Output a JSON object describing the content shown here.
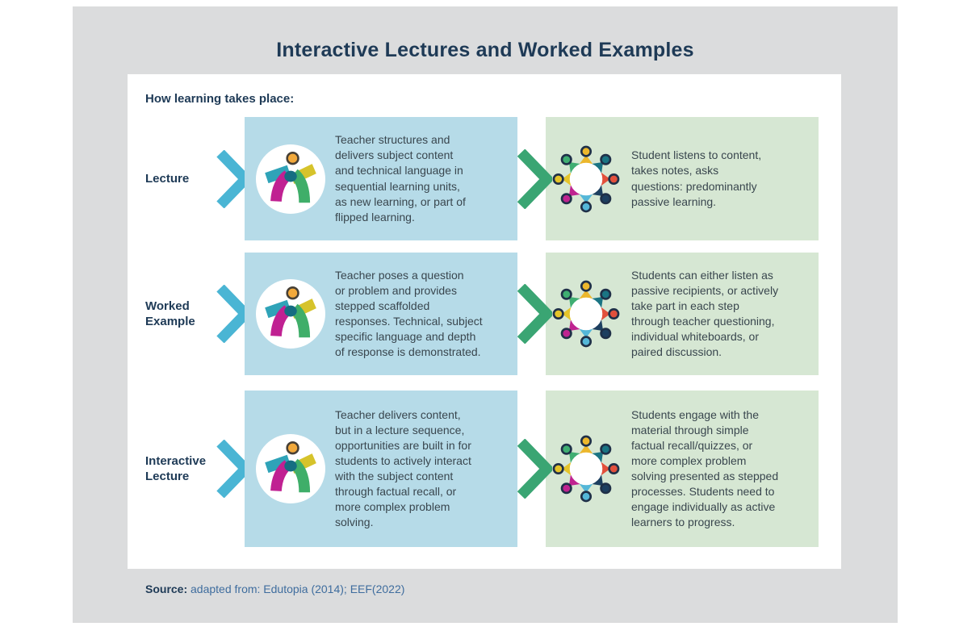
{
  "title": "Interactive Lectures and Worked Examples",
  "card": {
    "heading": "How learning takes place:",
    "rows": [
      {
        "label": "Lecture",
        "teacher_text": "Teacher structures and\ndelivers subject content\nand technical language in\nsequential learning units,\nas new learning, or part of\nflipped learning.",
        "student_text": "Student listens to content,\ntakes notes, asks\nquestions: predominantly\npassive learning."
      },
      {
        "label": "Worked\nExample",
        "teacher_text": "Teacher poses a question\nor problem and provides\nstepped scaffolded\nresponses. Technical, subject\nspecific language and depth\nof response is demonstrated.",
        "student_text": "Students can either listen as\npassive recipients, or actively\ntake part in each step\nthrough teacher questioning,\nindividual whiteboards, or\npaired discussion."
      },
      {
        "label": "Interactive\nLecture",
        "teacher_text": "Teacher delivers content,\nbut in a lecture sequence,\nopportunities are built in for\nstudents to actively interact\nwith the subject content\nthrough factual recall, or\nmore complex problem\nsolving.",
        "student_text": "Students engage with the\nmaterial through simple\nfactual recall/quizzes, or\nmore complex problem\nsolving presented as stepped\nprocesses. Students need to\nengage individually as active\nlearners to progress."
      }
    ]
  },
  "source": {
    "label": "Source:",
    "text": "adapted from: Edutopia (2014); EEF(2022)"
  },
  "icons": {
    "teacher": "teacher-figure-icon",
    "students": "student-group-icon",
    "label_arrow": "blue chevron-right-icon",
    "flow_arrow": "green chevron-right-icon"
  },
  "colors": {
    "panel_bg": "#dbdcdd",
    "card_bg": "#ffffff",
    "teacher_box_bg": "#b6dbe8",
    "student_box_bg": "#d6e7d3",
    "blue_chevron": "#4ab5d4",
    "green_chevron": "#3aa573",
    "heading_navy": "#1e3a56",
    "body_text": "#39464e",
    "source_text": "#3f6d9e"
  }
}
